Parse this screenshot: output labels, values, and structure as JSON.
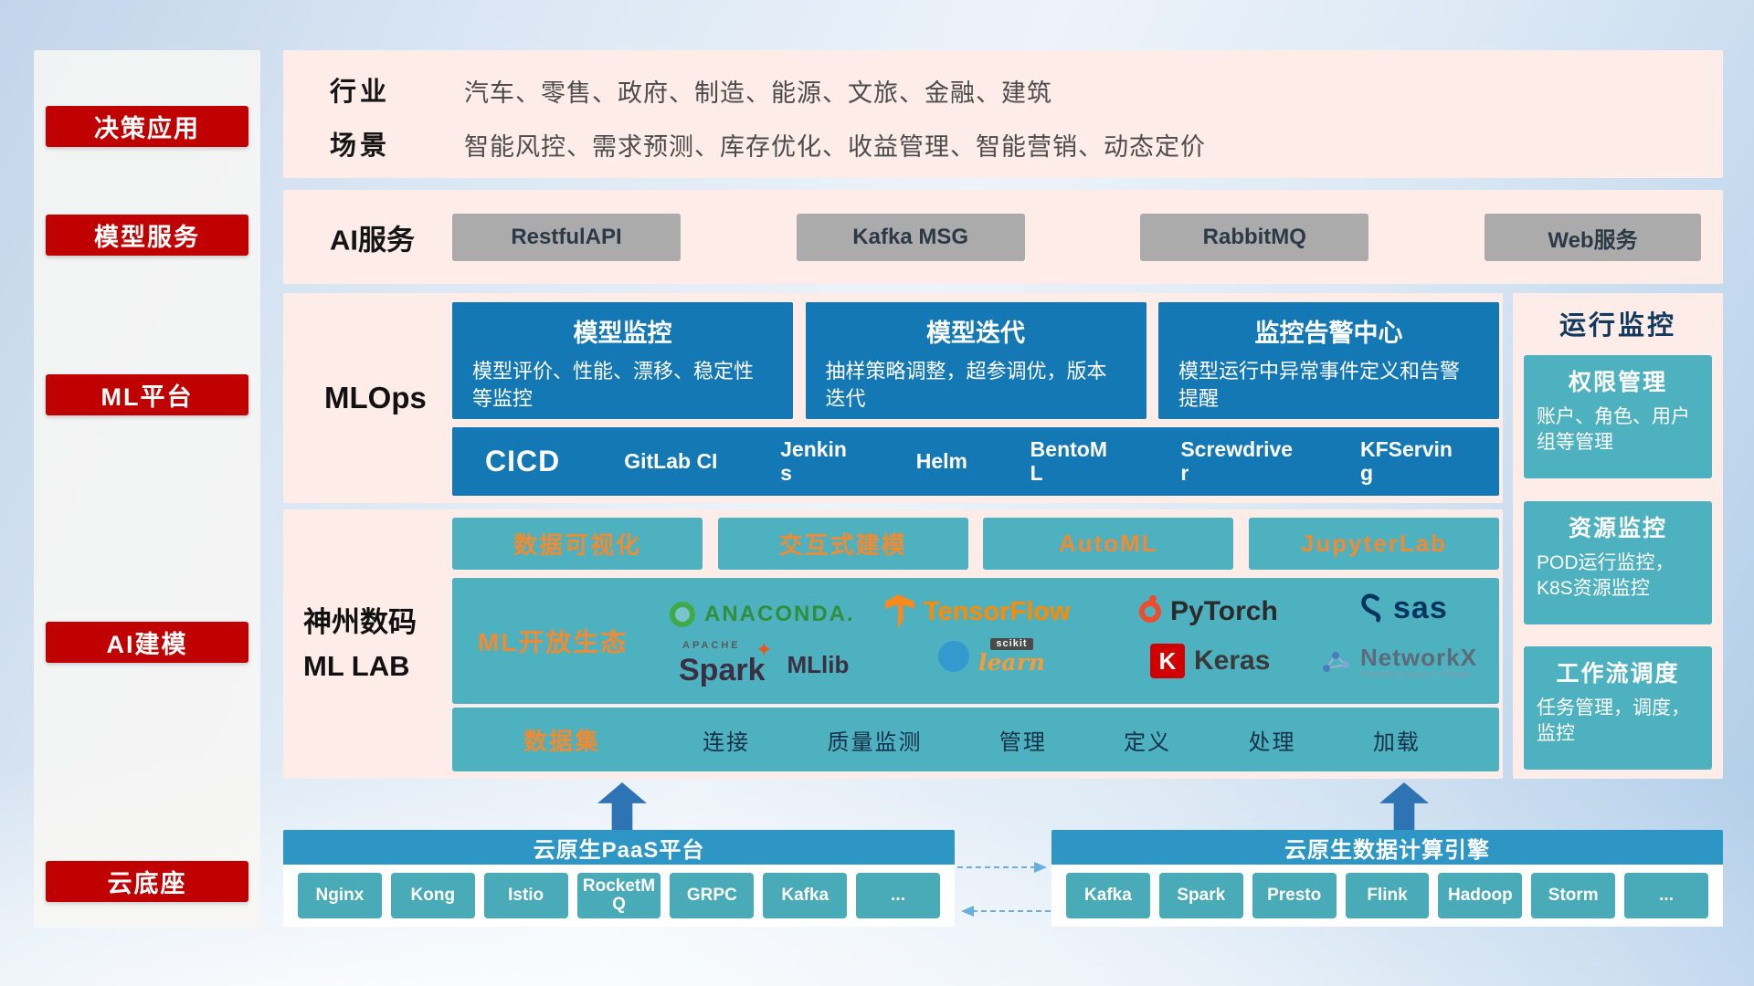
{
  "sidebar": {
    "items": [
      {
        "label": "决策应用"
      },
      {
        "label": "模型服务"
      },
      {
        "label": "ML平台"
      },
      {
        "label": "AI建模"
      },
      {
        "label": "云底座"
      }
    ]
  },
  "industry": {
    "label1": "行业",
    "value1": "汽车、零售、政府、制造、能源、文旅、金融、建筑",
    "label2": "场景",
    "value2": "智能风控、需求预测、库存优化、收益管理、智能营销、动态定价"
  },
  "ai_service": {
    "label": "AI服务",
    "buttons": [
      {
        "label": "RestfulAPI"
      },
      {
        "label": "Kafka MSG"
      },
      {
        "label": "RabbitMQ"
      },
      {
        "label": "Web服务"
      }
    ]
  },
  "mlops": {
    "label": "MLOps",
    "cards": [
      {
        "title": "模型监控",
        "desc": "模型评价、性能、漂移、稳定性等监控"
      },
      {
        "title": "模型迭代",
        "desc": "抽样策略调整，超参调优，版本迭代"
      },
      {
        "title": "监控告警中心",
        "desc": "模型运行中异常事件定义和告警提醒"
      }
    ],
    "cicd_label": "CICD",
    "cicd_items": [
      {
        "label": "GitLab CI"
      },
      {
        "label": "Jenkins"
      },
      {
        "label": "Helm"
      },
      {
        "label": "BentoML"
      },
      {
        "label": "Screwdriver"
      },
      {
        "label": "KFServing"
      }
    ]
  },
  "mllab": {
    "label_line1": "神州数码",
    "label_line2": "ML LAB",
    "tools": [
      {
        "label": "数据可视化"
      },
      {
        "label": "交互式建模"
      },
      {
        "label": "AutoML"
      },
      {
        "label": "JupyterLab"
      }
    ],
    "eco_label": "ML开放生态",
    "logos": {
      "anaconda": "ANACONDA.",
      "tensorflow": "TensorFlow",
      "pytorch": "PyTorch",
      "sas": "sas",
      "apache": "APACHE",
      "spark": "Spark",
      "mllib": "MLlib",
      "scikit": "scikit",
      "learn": "learn",
      "keras_k": "K",
      "keras": "Keras",
      "networkx": "NetworkX",
      "networkx_sub": "Network Analysis in Python"
    },
    "dataset_label": "数据集",
    "dataset_items": [
      {
        "label": "连接"
      },
      {
        "label": "质量监测"
      },
      {
        "label": "管理"
      },
      {
        "label": "定义"
      },
      {
        "label": "处理"
      },
      {
        "label": "加载"
      }
    ]
  },
  "monitoring": {
    "title": "运行监控",
    "cards": [
      {
        "title": "权限管理",
        "desc": "账户、角色、用户组等管理"
      },
      {
        "title": "资源监控",
        "desc": "POD运行监控，K8S资源监控"
      },
      {
        "title": "工作流调度",
        "desc": "任务管理，调度，监控"
      }
    ]
  },
  "cloud": {
    "paas_title": "云原生PaaS平台",
    "paas_items": [
      {
        "label": "Nginx"
      },
      {
        "label": "Kong"
      },
      {
        "label": "Istio"
      },
      {
        "label": "RocketMQ"
      },
      {
        "label": "GRPC"
      },
      {
        "label": "Kafka"
      },
      {
        "label": "..."
      }
    ],
    "engine_title": "云原生数据计算引擎",
    "engine_items": [
      {
        "label": "Kafka"
      },
      {
        "label": "Spark"
      },
      {
        "label": "Presto"
      },
      {
        "label": "Flink"
      },
      {
        "label": "Hadoop"
      },
      {
        "label": "Storm"
      },
      {
        "label": "..."
      }
    ]
  },
  "icons": {
    "spark_star": "✦"
  },
  "colors": {
    "badge_red": "#c00000",
    "panel_pink": "#fdece7",
    "card_blue": "#1478b4",
    "teal": "#4db1bf",
    "header_blue": "#2e96c4",
    "accent_orange": "#ef8b33",
    "gray_button": "#ababab",
    "arrow_blue": "#2e74b5"
  }
}
